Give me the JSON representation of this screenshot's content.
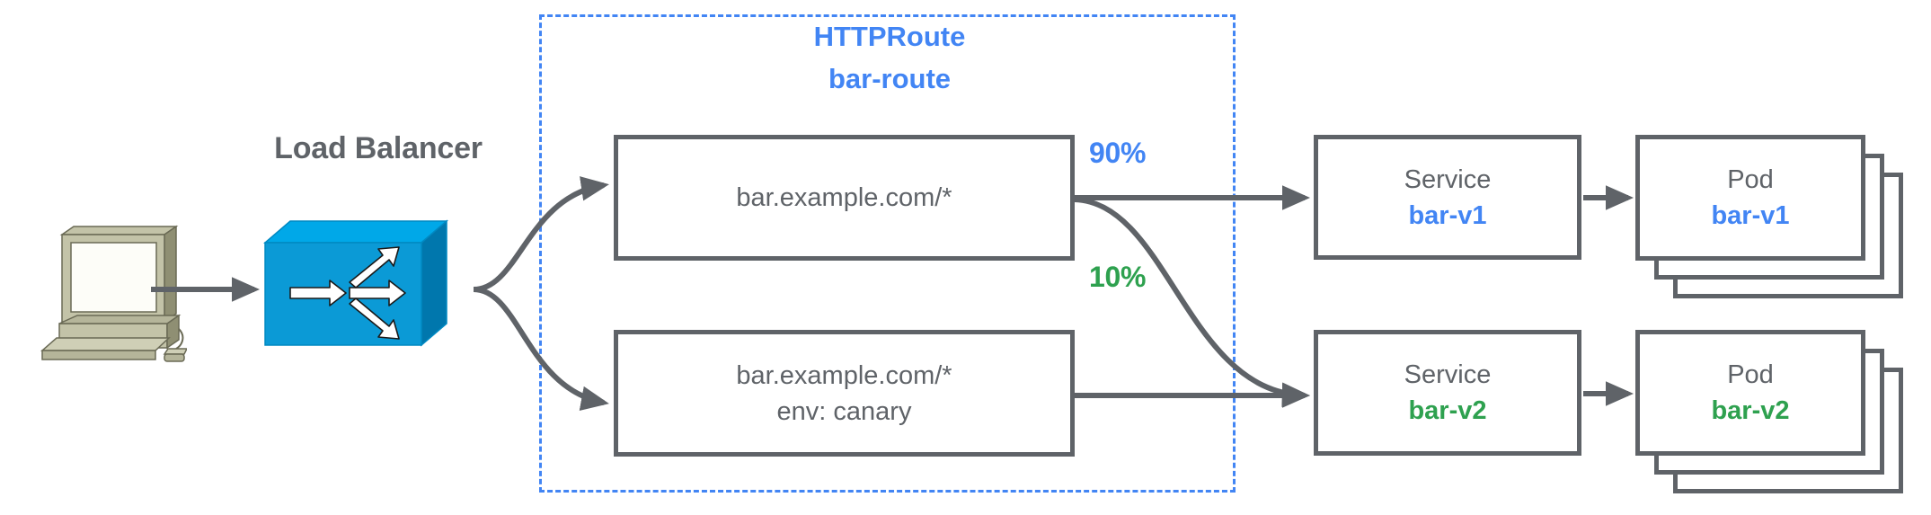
{
  "diagram": {
    "title": "Gateway API HTTPRoute traffic splitting diagram",
    "colors": {
      "blue": "#4285f4",
      "green": "#2ea14f",
      "gray": "#5f6368",
      "lb_blue": "#0b9ad6",
      "computer_beige": "#b5b596"
    },
    "client": {
      "icon": "desktop-computer-icon"
    },
    "load_balancer": {
      "label": "Load Balancer",
      "icon": "load-balancer-icon"
    },
    "httproute": {
      "kind_label": "HTTPRoute",
      "name_label": "bar-route",
      "rules": [
        {
          "id": "rule-1",
          "lines": [
            "bar.example.com/*"
          ]
        },
        {
          "id": "rule-2",
          "lines": [
            "bar.example.com/*",
            "env: canary"
          ]
        }
      ],
      "weights": [
        {
          "id": "weight-90",
          "label": "90%",
          "color": "#4285f4"
        },
        {
          "id": "weight-10",
          "label": "10%",
          "color": "#2ea14f"
        }
      ]
    },
    "backends": [
      {
        "id": "backend-v1",
        "service": {
          "kind": "Service",
          "name": "bar-v1",
          "color": "#4285f4"
        },
        "pods": {
          "kind": "Pod",
          "name": "bar-v1",
          "color": "#4285f4",
          "replicas": 3
        }
      },
      {
        "id": "backend-v2",
        "service": {
          "kind": "Service",
          "name": "bar-v2",
          "color": "#2ea14f"
        },
        "pods": {
          "kind": "Pod",
          "name": "bar-v2",
          "color": "#2ea14f",
          "replicas": 3
        }
      }
    ]
  }
}
